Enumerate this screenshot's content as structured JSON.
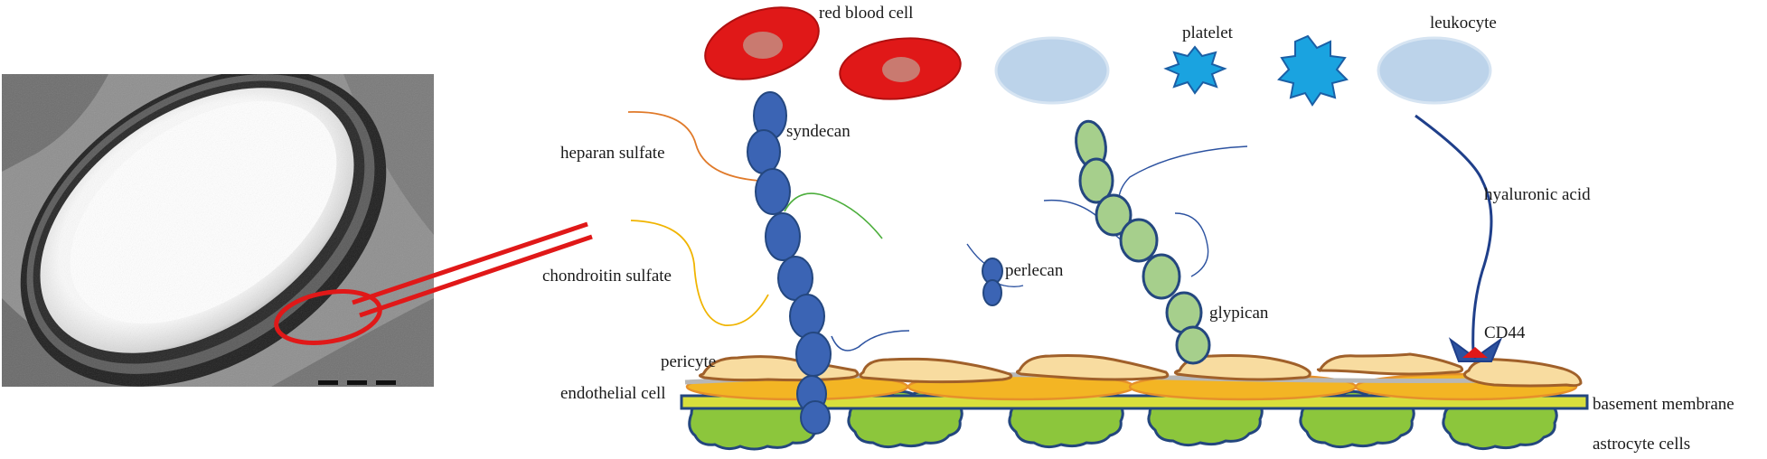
{
  "labels": {
    "red_blood_cell": "red blood cell",
    "platelet": "platelet",
    "leukocyte": "leukocyte",
    "syndecan": "syndecan",
    "heparan_sulfate": "heparan sulfate",
    "chondroitin_sulfate": "chondroitin sulfate",
    "perlecan": "perlecan",
    "glypican": "glypican",
    "hyaluronic_acid": "hyaluronic acid",
    "cd44": "CD44",
    "pericyte": "pericyte",
    "endothelial_cell": "endothelial cell",
    "basement_membrane": "basement membrane",
    "astrocyte_cells": "astrocyte cells"
  },
  "colors": {
    "red_blood_cell": "#e01818",
    "red_blood_cell_center": "#c97a70",
    "pale_cell": "#bcd3ea",
    "platelet": "#1aa3e0",
    "syndecan": "#3b64b4",
    "glypican": "#a6cf8c",
    "bead_outline": "#24477f",
    "heparan_sulfate_chain": "#e07a2a",
    "chondroitin_sulfate_chain": "#f0b400",
    "green_chain": "#4cae3c",
    "blue_chain": "#2c52a0",
    "hyaluronic_acid": "#1f3f8a",
    "pericyte_fill": "#f8dca0",
    "pericyte_outline": "#a0602a",
    "endothelial_fill": "#f3b524",
    "endothelial_outline": "#e6902a",
    "basement_membrane": "#d8df3c",
    "astrocyte": "#8cc63c",
    "astrocyte_outline": "#23467e",
    "callout_red": "#e01818"
  },
  "icons": [
    "micrograph-image",
    "magnifier-callout",
    "red-blood-cell-icon",
    "platelet-icon",
    "leukocyte-icon"
  ]
}
